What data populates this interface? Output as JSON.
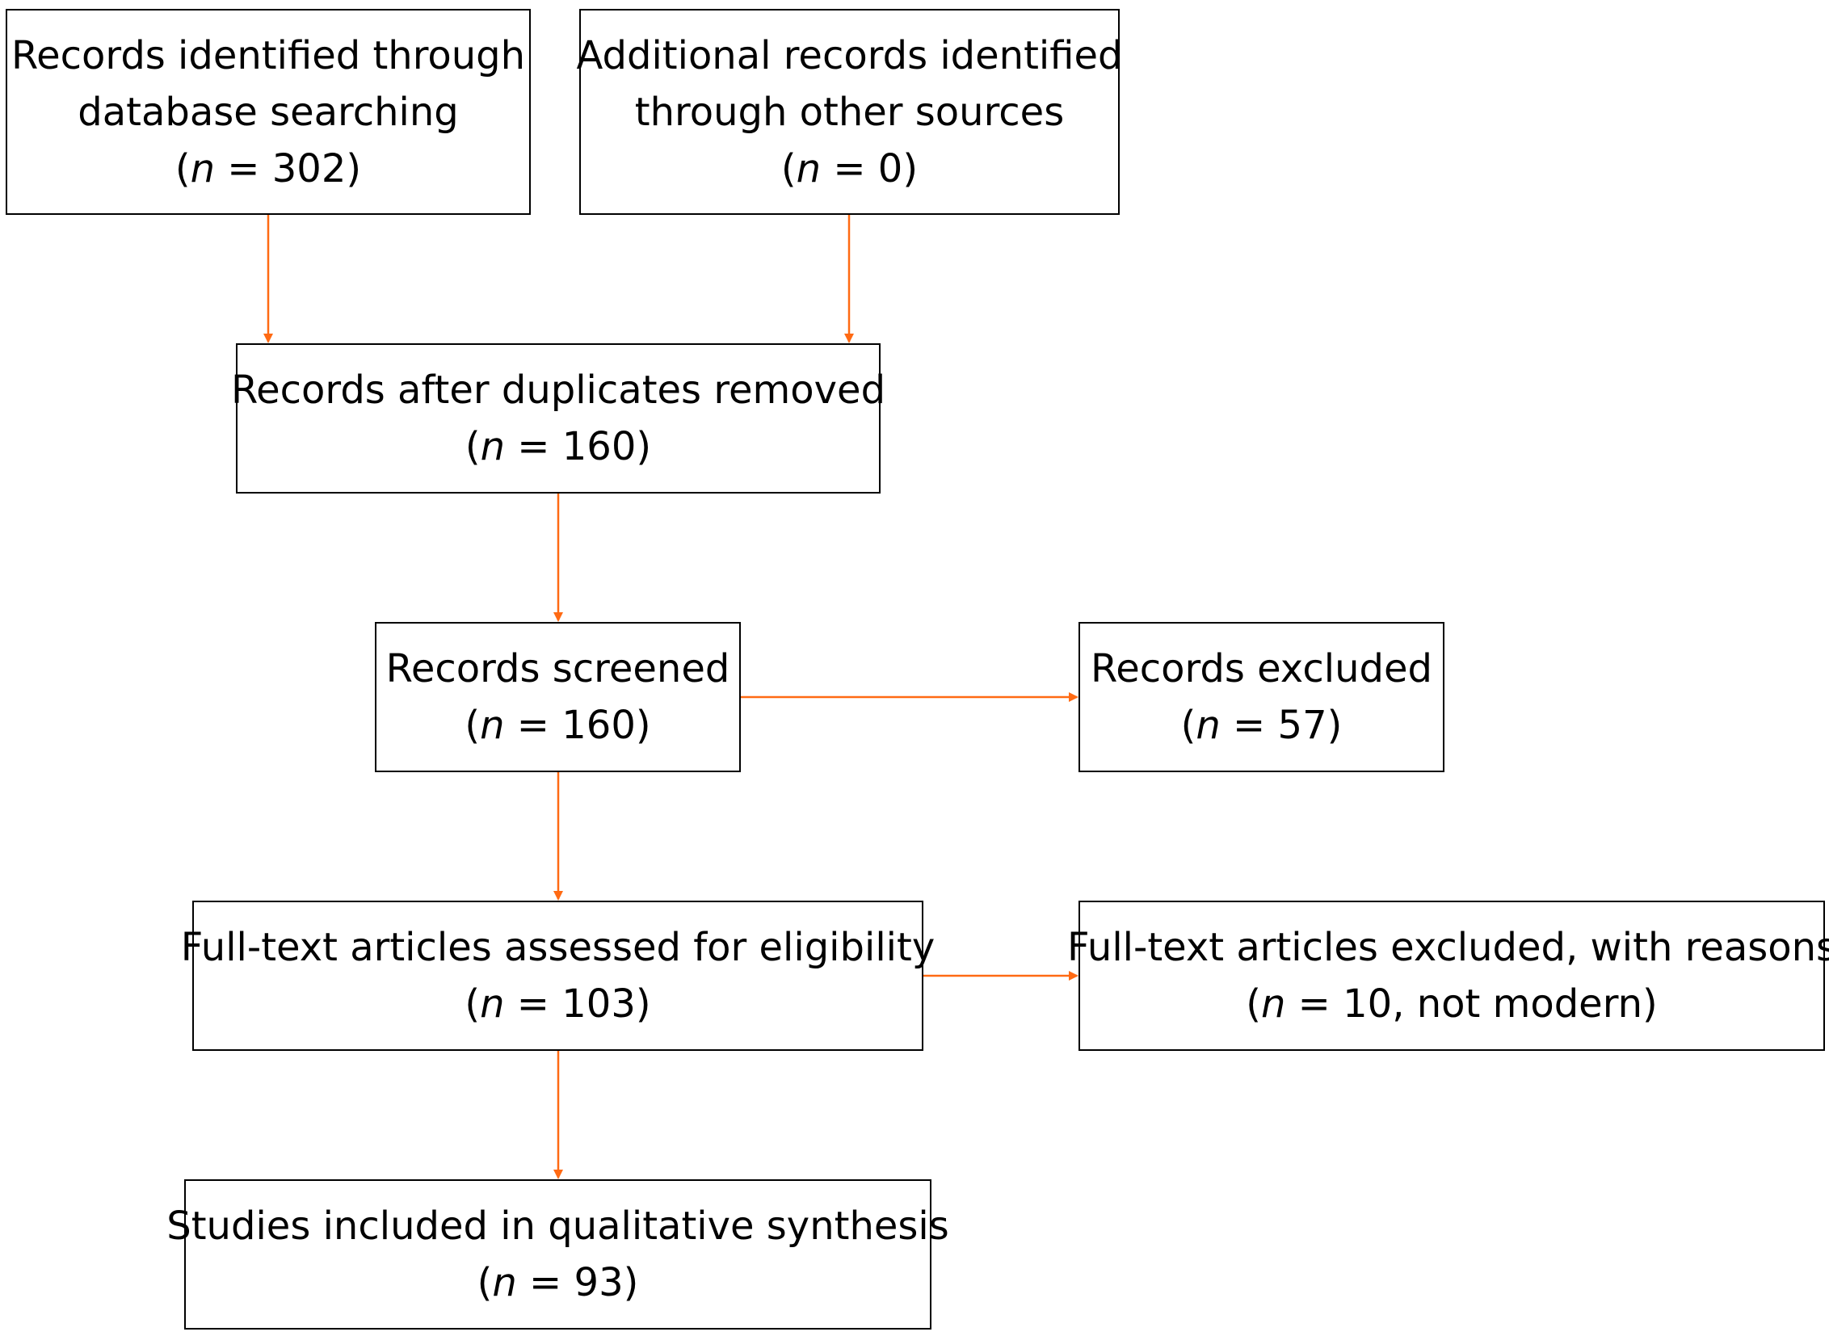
{
  "flow": {
    "arrow_color": "#FF6A13",
    "boxes": {
      "db": {
        "line1": "Records identified through",
        "line2": "database searching",
        "n": "302"
      },
      "other": {
        "line1": "Additional records identified",
        "line2": "through other sources",
        "n": "0"
      },
      "dedup": {
        "line1": "Records after duplicates removed",
        "n": "160"
      },
      "screened": {
        "line1": "Records screened",
        "n": "160"
      },
      "excluded": {
        "line1": "Records excluded",
        "n": "57"
      },
      "fulltext": {
        "line1": "Full-text articles assessed for eligibility",
        "n": "103"
      },
      "ft_excluded": {
        "line1": "Full-text articles excluded, with reasons",
        "n": "10",
        "reason": "not modern"
      },
      "included": {
        "line1": "Studies included in qualitative synthesis",
        "n": "93"
      }
    }
  }
}
